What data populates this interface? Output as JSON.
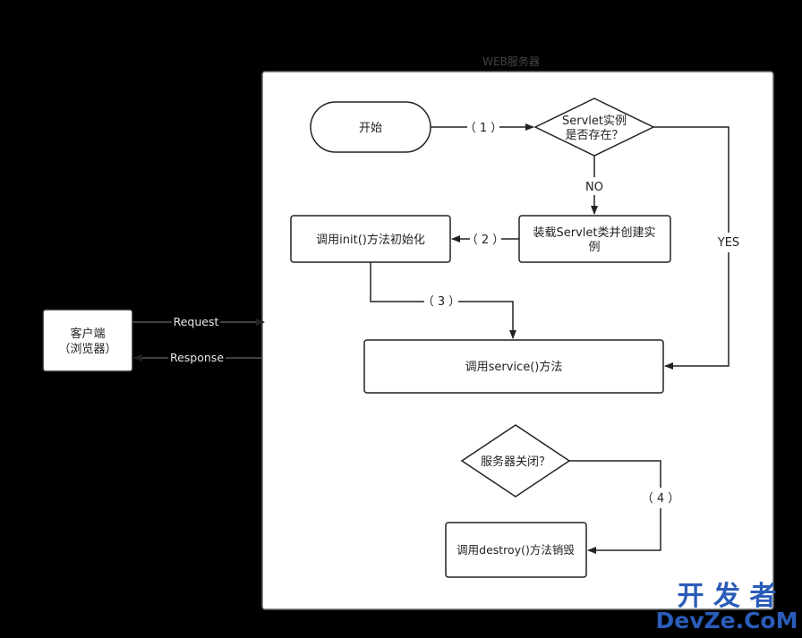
{
  "container": {
    "title": "WEB服务器"
  },
  "nodes": {
    "start": "开始",
    "servlet_exists": [
      "Servlet实例",
      "是否存在？"
    ],
    "init": "调用init()方法初始化",
    "load": [
      "装载Servlet类并创建实",
      "例"
    ],
    "service": "调用service()方法",
    "shutdown": "服务器关闭？",
    "destroy": "调用destroy()方法销毁",
    "client": [
      "客户端",
      "（浏览器）"
    ]
  },
  "edges": {
    "step1": "（ 1 ）",
    "no": "NO",
    "step2": "（ 2 ）",
    "yes": "YES",
    "step3": "（ 3 ）",
    "step4": "（ 4 ）",
    "request": "Request",
    "response": "Response"
  },
  "watermark": {
    "line1": "开 发 者",
    "line2": "DevZe.CoM"
  },
  "colors": {
    "background": "#000000",
    "canvas": "#ffffff",
    "stroke": "#222222",
    "watermark": "#2a5cb8"
  }
}
